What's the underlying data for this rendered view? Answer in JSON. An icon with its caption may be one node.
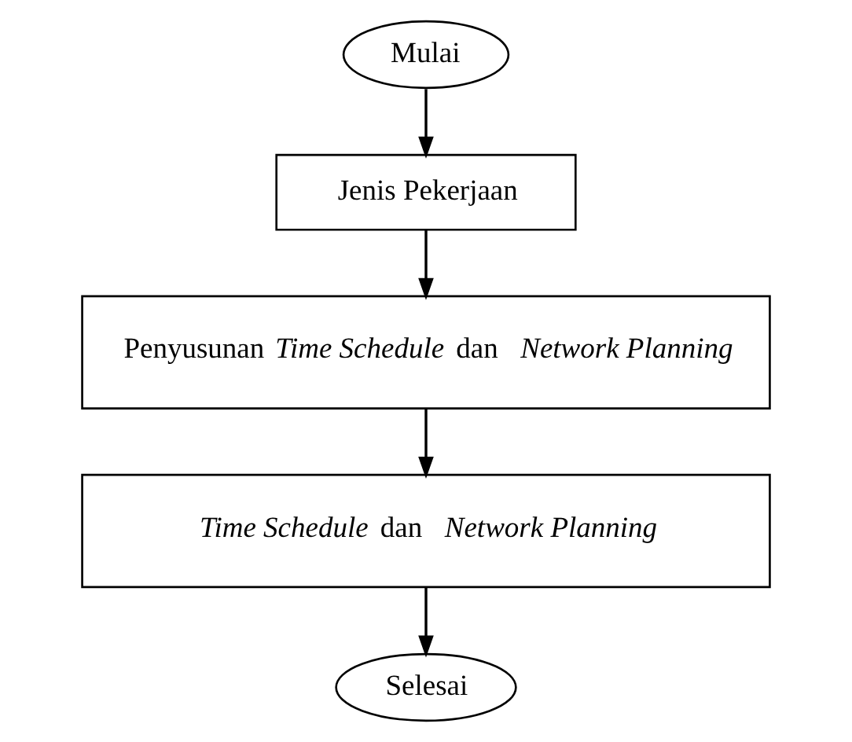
{
  "diagram": {
    "nodes": [
      {
        "text": [
          "Mulai"
        ]
      },
      {
        "text": [
          "Jenis Pekerjaan"
        ]
      },
      {
        "text": [
          "Penyusunan *Time Schedule* dan *Network Planning*"
        ]
      },
      {
        "text": [
          "*Time Schedule* dan *Network Planning*"
        ]
      },
      {
        "text": [
          "Selesai"
        ]
      }
    ],
    "edges": [
      {
        "from": 0,
        "to": 1,
        "arrow": "to"
      },
      {
        "from": 1,
        "to": 2,
        "arrow": "to"
      },
      {
        "from": 2,
        "to": 3,
        "arrow": "to"
      },
      {
        "from": 3,
        "to": 4,
        "arrow": "to"
      }
    ]
  }
}
